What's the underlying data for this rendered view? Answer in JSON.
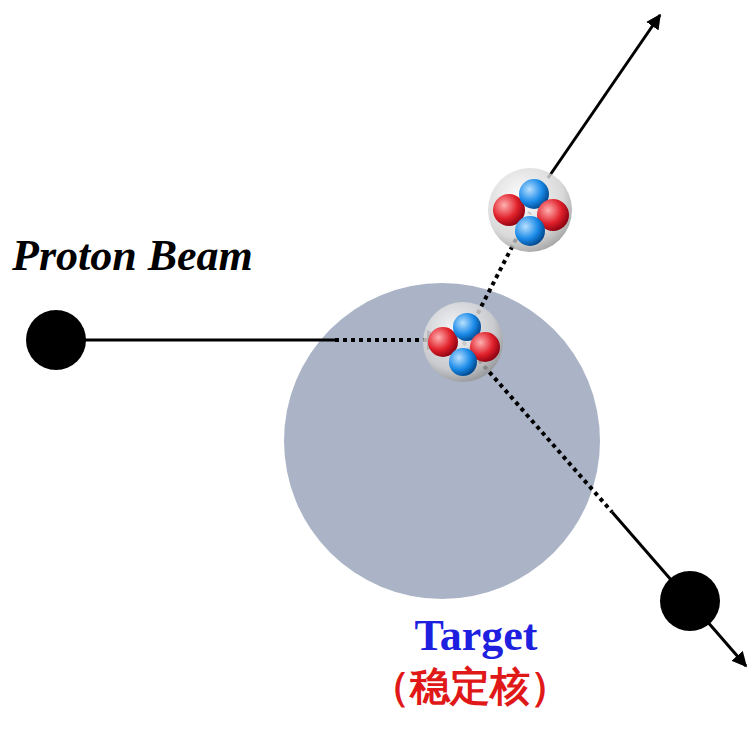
{
  "diagram": {
    "nodes": [
      {
        "text": [
          "Target",
          "（稳定核）"
        ]
      }
    ],
    "labels": [
      "Proton Beam"
    ]
  }
}
